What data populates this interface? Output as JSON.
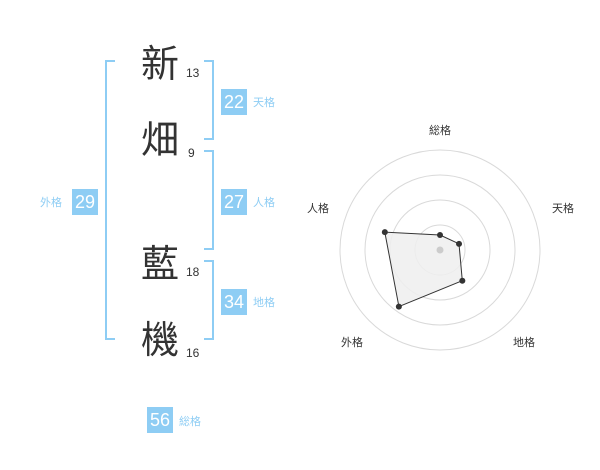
{
  "name": {
    "characters": [
      {
        "char": "新",
        "strokes": "13"
      },
      {
        "char": "畑",
        "strokes": "9"
      },
      {
        "char": "藍",
        "strokes": "18"
      },
      {
        "char": "機",
        "strokes": "16"
      }
    ]
  },
  "fortunes": {
    "tenkaku": {
      "value": "22",
      "label": "天格"
    },
    "jinkaku": {
      "value": "27",
      "label": "人格"
    },
    "chikaku": {
      "value": "34",
      "label": "地格"
    },
    "gaikaku": {
      "value": "29",
      "label": "外格"
    },
    "soukaku": {
      "value": "56",
      "label": "総格"
    }
  },
  "radar": {
    "labels": {
      "top": "総格",
      "right": "天格",
      "bottom_right": "地格",
      "bottom_left": "外格",
      "left": "人格"
    },
    "scores": {
      "総格": 0.15,
      "天格": 0.2,
      "地格": 0.38,
      "外格": 0.7,
      "人格": 0.58
    },
    "max": 1,
    "colors": {
      "fill": "#eeeeee",
      "line": "#333333",
      "grid": "#d9d9d9",
      "center": "#cccccc"
    }
  }
}
